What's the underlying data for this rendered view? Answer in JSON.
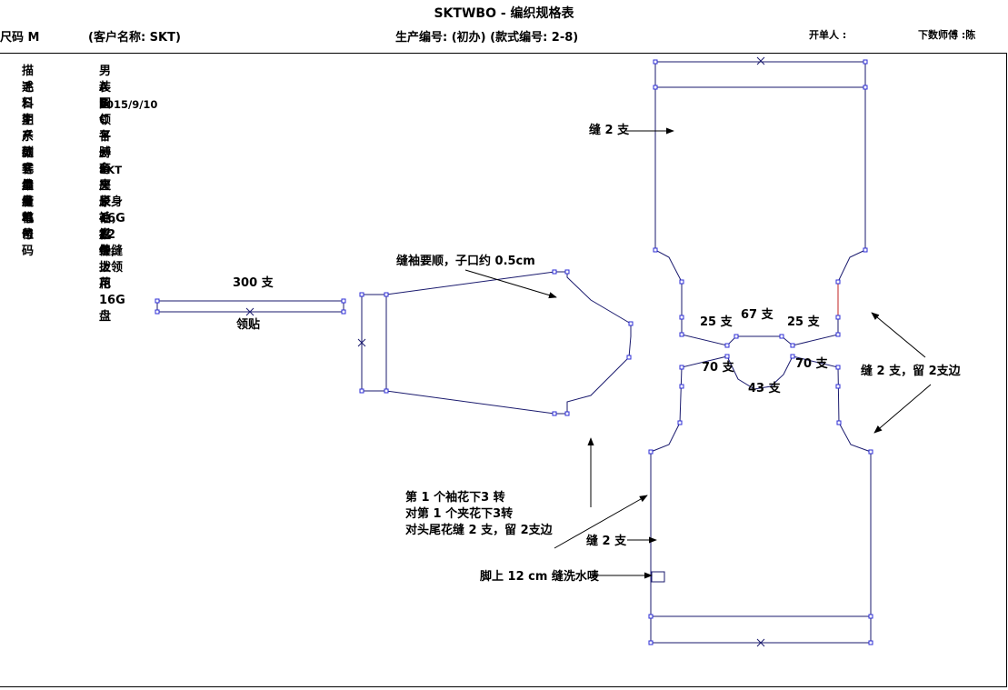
{
  "header": {
    "title": "SKTWBO - 编织规格表",
    "size_label": "尺码 M",
    "client_label": "(客户名称: SKT)",
    "production_line": "生产编号: (初办) (款式编号: 2-8)",
    "issuer_label": "开单人 :",
    "master_label": "下数师傅 :陈"
  },
  "spec": {
    "rows": [
      {
        "label": "描述",
        "value": "男装圆领平膊弯夹长袖衫 - 拨花"
      },
      {
        "label": "毛料",
        "value": "A B C 各一条"
      },
      {
        "label": "日期",
        "value": "2015/9/10"
      },
      {
        "label": "生产编号",
        "value": ""
      },
      {
        "label": "系列",
        "value": ""
      },
      {
        "label": "款式编号",
        "value": "2-8"
      },
      {
        "label": "客户名称",
        "value": "SKT"
      },
      {
        "label": "量度单位",
        "value": "厘米"
      },
      {
        "label": "缝毛",
        "value": "原身毛，2 条缝"
      },
      {
        "label": "机号",
        "value": "16G 盘缝, 上领用16G 盘"
      },
      {
        "label": "M 码",
        "value": "12 件"
      }
    ]
  },
  "diagram": {
    "collar_count": "300 支",
    "collar_label": "领贴",
    "sleeve_note": "缝袖要顺，子口约 0.5cm",
    "back_seam": "缝 2 支",
    "shoulder_left": "25 支",
    "neck_width": "67 支",
    "shoulder_right": "25 支",
    "front_shoulder_left": "70 支",
    "front_shoulder_right": "70 支",
    "front_neck": "43 支",
    "side_seam_note": "缝 2 支，留 2支边",
    "front_seam": "缝 2 支",
    "pattern_note": [
      "第 1 个袖花下3 转",
      "对第 1 个夹花下3转",
      "对头尾花缝 2 支，留 2支边"
    ],
    "label_note": "脚上 12 cm 缝洗水唛"
  },
  "colors": {
    "line": "#1a1a6e",
    "vertex": "#2b2bd6",
    "accent_seam": "#c02020"
  }
}
